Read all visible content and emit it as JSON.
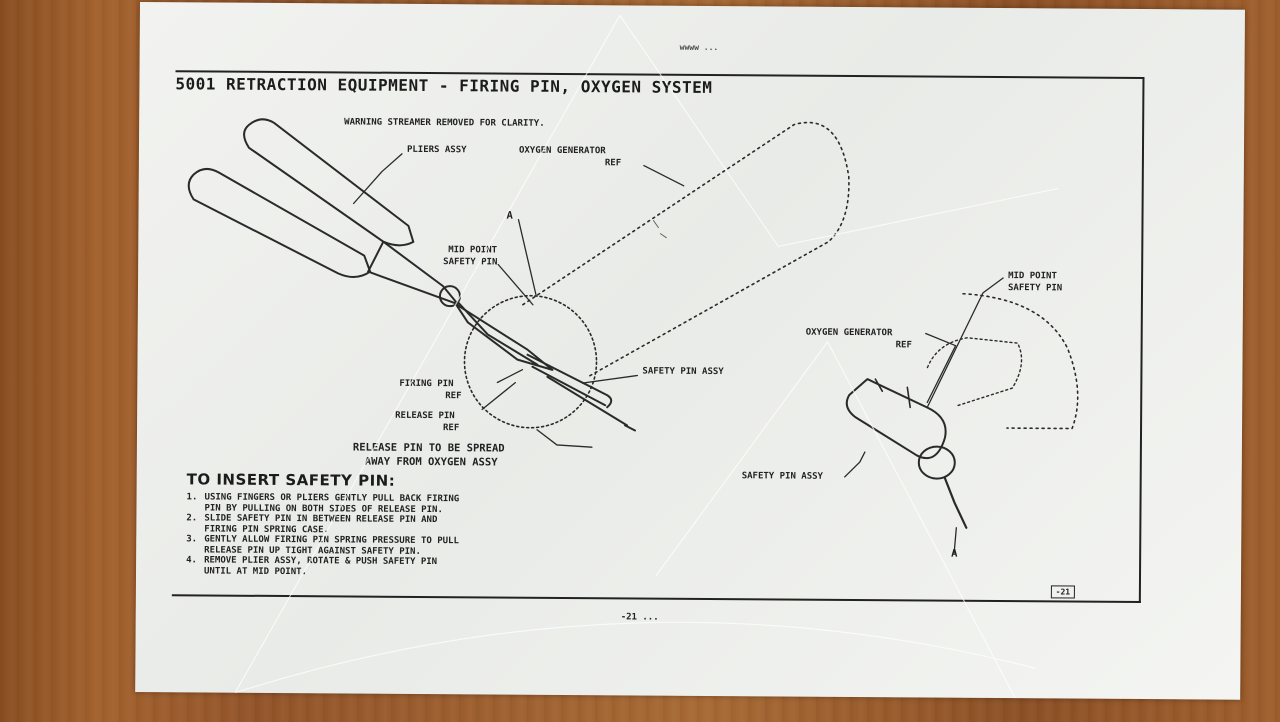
{
  "document": {
    "header": "5001  RETRACTION EQUIPMENT - FIRING PIN, OXYGEN SYSTEM",
    "note": "WARNING STREAMER REMOVED FOR CLARITY.",
    "top_stray": "wwww ...",
    "labels": {
      "pliers_assy": "PLIERS ASSY",
      "oxygen_generator_ref_1": "OXYGEN GENERATOR",
      "ref_1": "REF",
      "a_1": "A",
      "mid_point_1": "MID POINT",
      "safety_pin_1": "SAFETY PIN",
      "safety_pin_assy_1": "SAFETY PIN ASSY",
      "firing_pin": "FIRING PIN",
      "firing_pin_ref": "REF",
      "release_pin": "RELEASE PIN",
      "release_pin_ref": "REF",
      "release_note_1": "RELEASE PIN TO BE SPREAD",
      "release_note_2": "AWAY FROM OXYGEN ASSY",
      "mid_point_2": "MID POINT",
      "safety_pin_2": "SAFETY PIN",
      "oxygen_generator_2": "OXYGEN GENERATOR",
      "ref_2": "REF",
      "safety_pin_assy_2": "SAFETY PIN ASSY",
      "a_2": "A"
    },
    "instructions_title": "TO INSERT SAFETY PIN:",
    "instructions": [
      {
        "num": "1.",
        "lines": [
          "USING FINGERS OR PLIERS GENTLY PULL BACK FIRING",
          "PIN BY PULLING ON BOTH SIDES OF RELEASE PIN."
        ]
      },
      {
        "num": "2.",
        "lines": [
          "SLIDE SAFETY PIN IN BETWEEN RELEASE PIN AND",
          "FIRING PIN SPRING CASE."
        ]
      },
      {
        "num": "3.",
        "lines": [
          "GENTLY ALLOW FIRING PIN SPRING PRESSURE TO PULL",
          "RELEASE PIN UP TIGHT AGAINST SAFETY PIN."
        ]
      },
      {
        "num": "4.",
        "lines": [
          "REMOVE PLIER ASSY, ROTATE & PUSH SAFETY PIN",
          "UNTIL AT MID POINT."
        ]
      }
    ],
    "page_num": "-21",
    "footer_page": "-21 ..."
  }
}
